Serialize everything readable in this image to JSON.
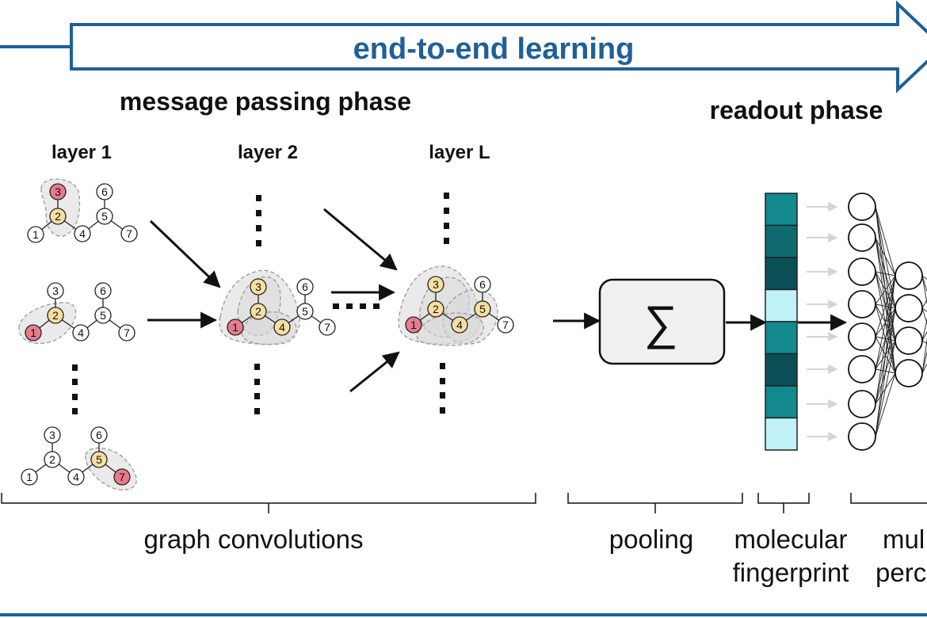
{
  "banner": {
    "label": "end-to-end learning",
    "color": "#1f5f99"
  },
  "phases": {
    "message_passing": "message passing phase",
    "readout": "readout phase"
  },
  "layers": {
    "layer1": "layer 1",
    "layer2": "layer 2",
    "layerL": "layer L"
  },
  "pooling_symbol": "∑",
  "captions": {
    "graph_convolutions": "graph convolutions",
    "pooling": "pooling",
    "fingerprint_line1": "molecular",
    "fingerprint_line2": "fingerprint",
    "mlp_line1": "mul",
    "mlp_line2": "perc"
  },
  "node_labels": [
    "1",
    "2",
    "3",
    "4",
    "5",
    "6",
    "7"
  ],
  "colors": {
    "node_pink": "#e77c8a",
    "node_yellow": "#f6dfa0",
    "region_gray": "#d8d8d8",
    "fingerprint": [
      "#12888f",
      "#0f6a70",
      "#0a4f55",
      "#c0f1f6",
      "#12888f",
      "#0a4f55",
      "#12888f",
      "#c0f1f6"
    ]
  }
}
